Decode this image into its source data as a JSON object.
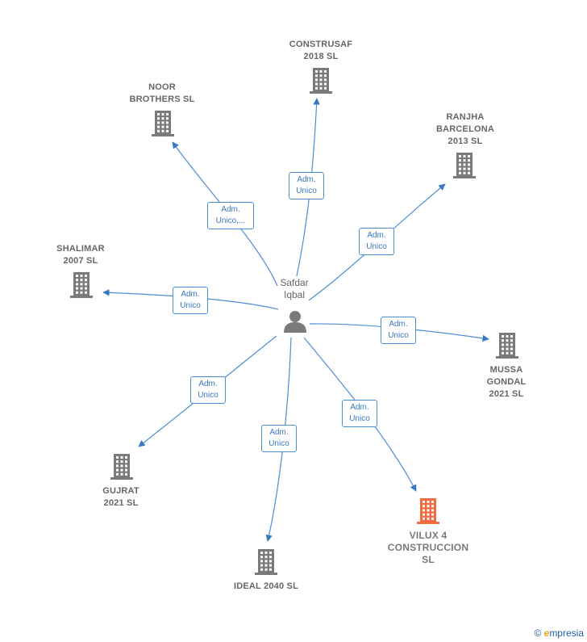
{
  "center": {
    "name": "Safdar\nIqbal"
  },
  "relation_default": "Adm.\nUnico",
  "companies": [
    {
      "id": "construsaf",
      "label": "CONSTRUSAF\n2018  SL",
      "relation": "Adm.\nUnico"
    },
    {
      "id": "noor",
      "label": "NOOR\nBROTHERS SL",
      "relation": "Adm.\nUnico,..."
    },
    {
      "id": "ranjha",
      "label": "RANJHA\nBARCELONA\n2013 SL",
      "relation": "Adm.\nUnico"
    },
    {
      "id": "shalimar",
      "label": "SHALIMAR\n2007 SL",
      "relation": "Adm.\nUnico"
    },
    {
      "id": "mussa",
      "label": "MUSSA\nGONDAL\n2021  SL",
      "relation": "Adm.\nUnico"
    },
    {
      "id": "gujrat",
      "label": "GUJRAT\n2021  SL",
      "relation": "Adm.\nUnico"
    },
    {
      "id": "ideal",
      "label": "IDEAL 2040  SL",
      "relation": "Adm.\nUnico"
    },
    {
      "id": "vilux",
      "label": "VILUX 4\nCONSTRUCCION\nSL",
      "relation": "Adm.\nUnico",
      "highlight": true
    }
  ],
  "colors": {
    "edge": "#4a8fd6",
    "building": "#7a7a7a",
    "highlight": "#f26a3d",
    "person": "#7a7a7a"
  },
  "brand": {
    "copyright": "©",
    "e": "e",
    "rest": "mpresia"
  }
}
